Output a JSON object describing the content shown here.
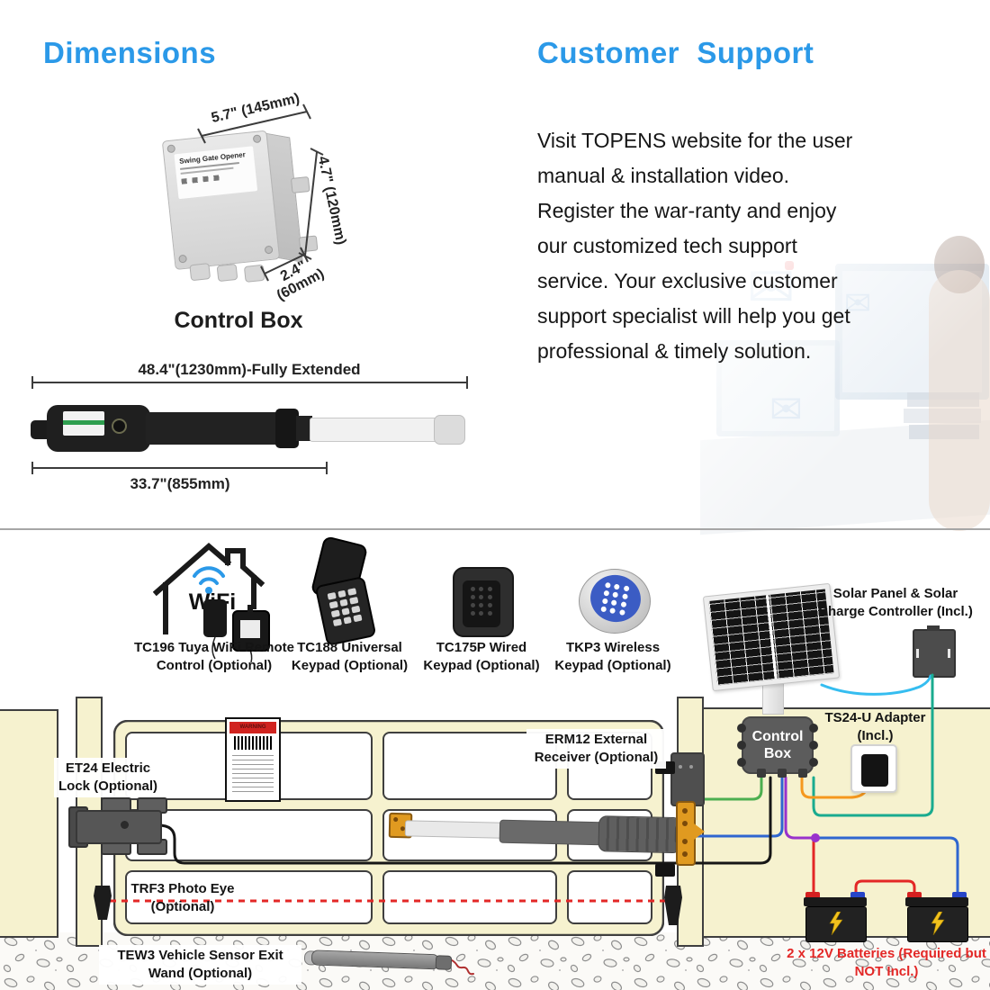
{
  "colors": {
    "accent_blue": "#2b99e8",
    "wall_cream": "#f6f2cf",
    "outline_dark": "#3f3f3f",
    "wire_green": "#4caf50",
    "wire_blue": "#2f66d0",
    "wire_black": "#161616",
    "wire_purple": "#9932cc",
    "wire_orange": "#f5981e",
    "wire_cyan": "#35bdf0",
    "wire_teal": "#1aab8f",
    "wire_red": "#e32726",
    "battery_text_red": "#e32726",
    "warning_red": "#d0231f",
    "bracket_orange": "#e09a20"
  },
  "dimensions_section": {
    "title": "Dimensions",
    "control_box": {
      "device_label": "Swing Gate Opener",
      "width_label": "5.7\" (145mm)",
      "height_label": "4.7\" (120mm)",
      "depth_label": [
        "2.4\"",
        "(60mm)"
      ],
      "caption": "Control Box"
    },
    "actuator": {
      "extended_label": "48.4\"(1230mm)-Fully Extended",
      "retracted_label": "33.7\"(855mm)"
    }
  },
  "support_section": {
    "title": "Customer  Support",
    "body_lines": [
      "Visit TOPENS website for the user",
      "manual & installation video.",
      "Register the war-ranty and enjoy",
      "our customized tech support",
      "service. Your exclusive customer",
      "support specialist will help you get",
      "professional & timely solution."
    ]
  },
  "accessories": {
    "wifi_text": "WiFi",
    "tc196_label": [
      "TC196 Tuya WiFi Remote",
      "Control (Optional)"
    ],
    "tc188_label": [
      "TC188 Universal",
      "Keypad (Optional)"
    ],
    "tc175p_label": [
      "TC175P Wired",
      "Keypad (Optional)"
    ],
    "tkp3_label": [
      "TKP3 Wireless",
      "Keypad (Optional)"
    ]
  },
  "diagram": {
    "solar_label": [
      "Solar Panel & Solar",
      "Charge Controller",
      "(Incl.)"
    ],
    "ts24_label": [
      "TS24-U Adapter",
      "(Incl.)"
    ],
    "control_box_label": [
      "Control",
      "Box"
    ],
    "erm12_label": [
      "ERM12 External",
      "Receiver (Optional)"
    ],
    "et24_label": [
      "ET24 Electric",
      "Lock (Optional)"
    ],
    "trf3_label": [
      "TRF3 Photo Eye",
      "(Optional)"
    ],
    "tew3_label": [
      "TEW3 Vehicle Sensor",
      "Exit Wand (Optional)"
    ],
    "batteries_label": [
      "2 x 12V Batteries",
      "(Required but NOT Incl.)"
    ],
    "warning_label_header": "WARNING"
  }
}
